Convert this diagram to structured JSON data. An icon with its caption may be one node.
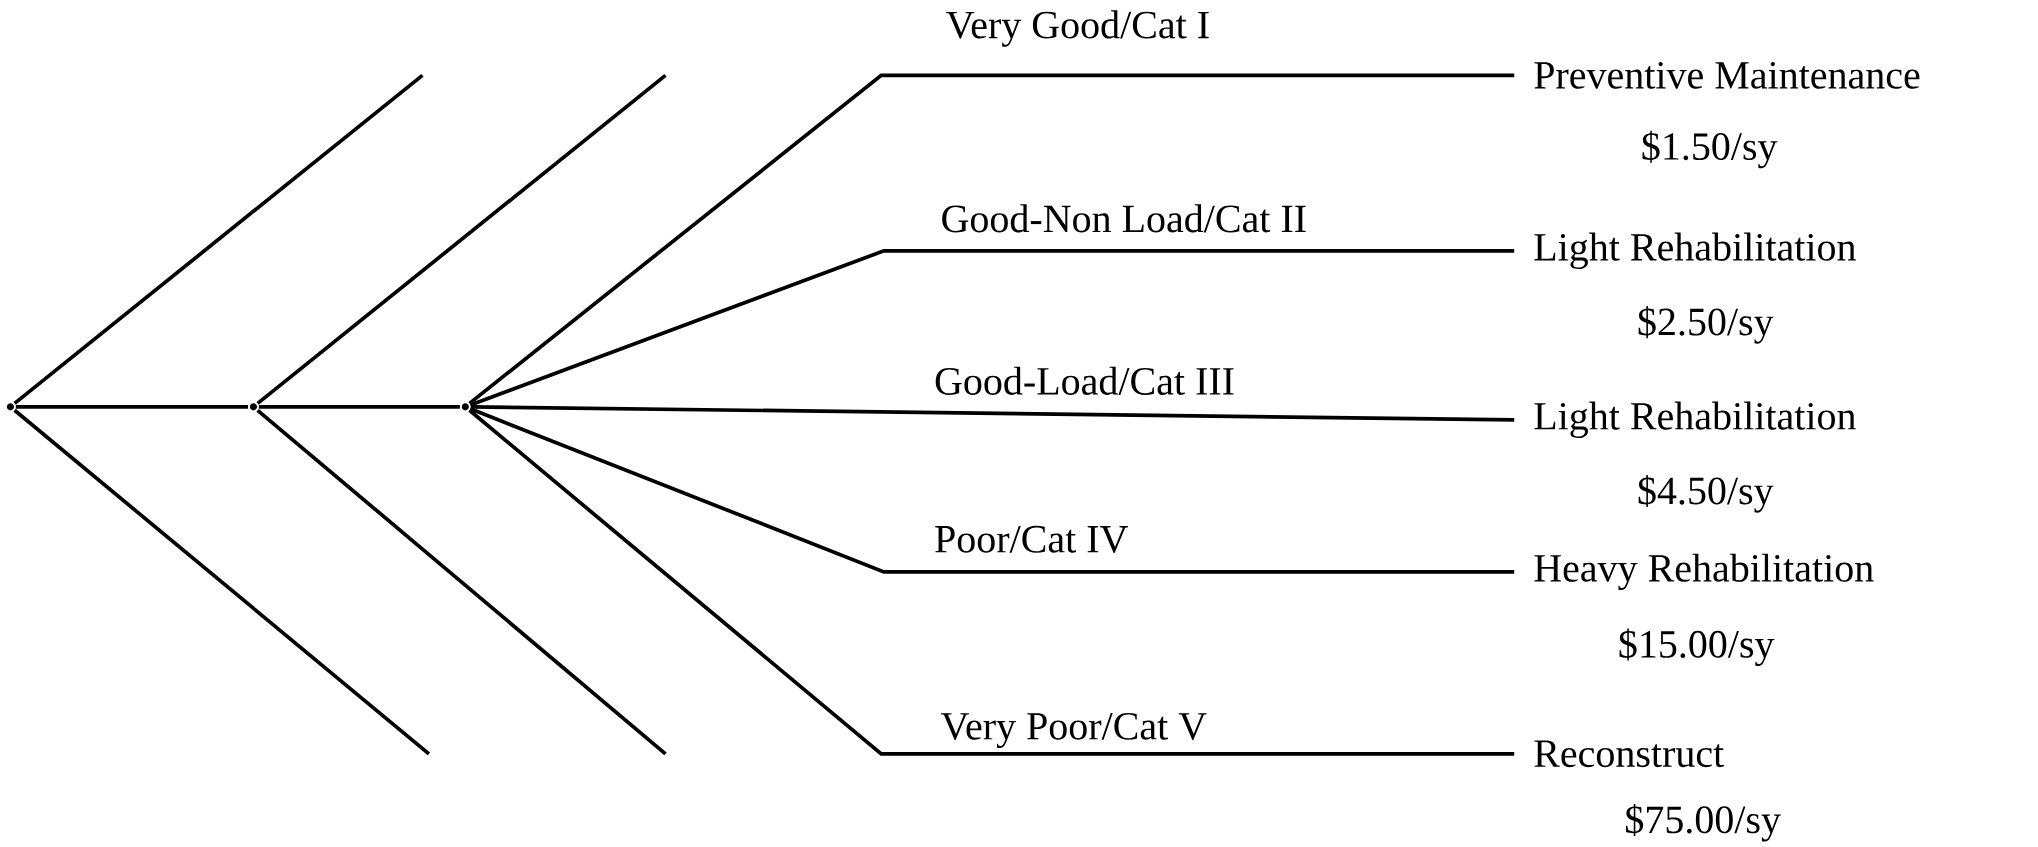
{
  "diagram": {
    "nodes": [
      {
        "text": [],
        "shape": "point"
      },
      {
        "text": [],
        "shape": "point"
      },
      {
        "text": [],
        "shape": "point"
      },
      {
        "text": [
          "Preventive Maintenance",
          "$1.50/sy"
        ]
      },
      {
        "text": [
          "Light Rehabilitation",
          "$2.50/sy"
        ]
      },
      {
        "text": [
          "Light Rehabilitation",
          "$4.50/sy"
        ]
      },
      {
        "text": [
          "Heavy Rehabilitation",
          "$15.00/sy"
        ]
      },
      {
        "text": [
          "Reconstruct",
          "$75.00/sy"
        ]
      }
    ],
    "edges": [
      {
        "from": 0,
        "to": null,
        "arrow": "none"
      },
      {
        "from": 0,
        "to": null,
        "arrow": "none"
      },
      {
        "from": 0,
        "to": 1,
        "arrow": "none"
      },
      {
        "from": 1,
        "to": null,
        "arrow": "none"
      },
      {
        "from": 1,
        "to": null,
        "arrow": "none"
      },
      {
        "from": 1,
        "to": 2,
        "arrow": "none"
      },
      {
        "from": 2,
        "to": 3,
        "arrow": "none",
        "label": "Very Good/Cat I"
      },
      {
        "from": 2,
        "to": 4,
        "arrow": "none",
        "label": "Good-Non Load/Cat II"
      },
      {
        "from": 2,
        "to": 5,
        "arrow": "none",
        "label": "Good-Load/Cat III"
      },
      {
        "from": 2,
        "to": 6,
        "arrow": "none",
        "label": "Poor/Cat IV"
      },
      {
        "from": 2,
        "to": 7,
        "arrow": "none",
        "label": "Very Poor/Cat V"
      }
    ]
  }
}
